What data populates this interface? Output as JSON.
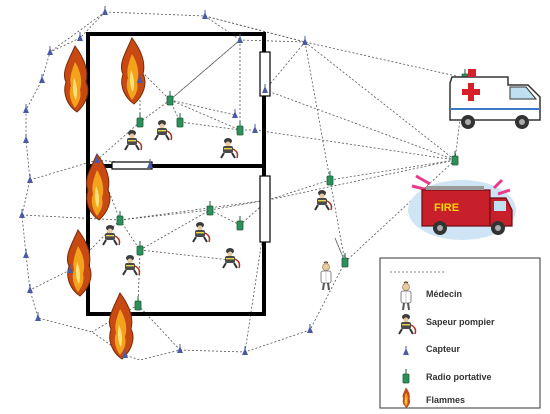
{
  "diagram": {
    "truck_label": "FIRE",
    "legend": {
      "items": [
        {
          "key": "medecin",
          "label": "Médecin",
          "icon": "doctor-icon"
        },
        {
          "key": "sapeur",
          "label": "Sapeur pompier",
          "icon": "firefighter-icon"
        },
        {
          "key": "capteur",
          "label": "Capteur",
          "icon": "sensor-icon"
        },
        {
          "key": "radio",
          "label": "Radio portative",
          "icon": "portable-radio-icon"
        },
        {
          "key": "flammes",
          "label": "Flammes",
          "icon": "flame-icon"
        }
      ]
    },
    "colors": {
      "link": "#555555",
      "sensor": "#4a5aa8",
      "radio": "#2f8f5b",
      "wall": "#000000",
      "flame_outer": "#c84a12",
      "flame_inner": "#f3a21c",
      "ambulance_cross": "#d8202a",
      "truck_body": "#c8202a"
    }
  }
}
